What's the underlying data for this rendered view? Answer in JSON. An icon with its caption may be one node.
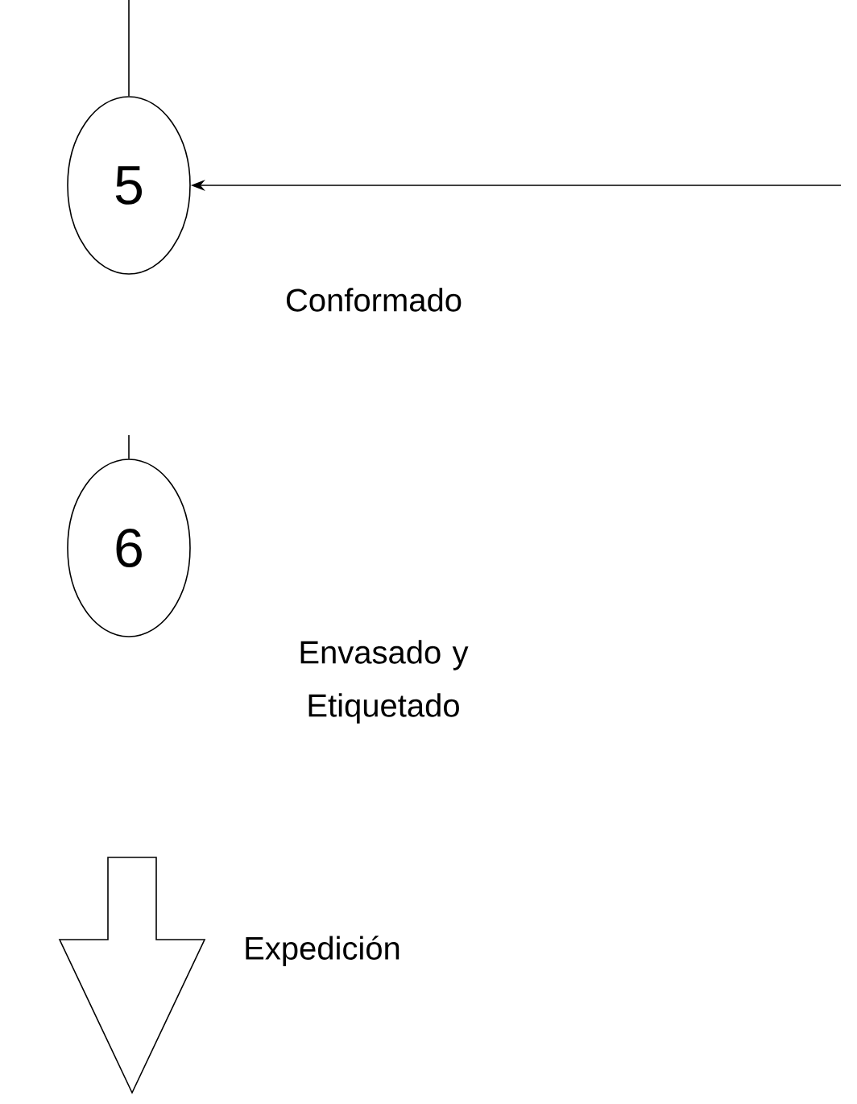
{
  "diagram": {
    "nodes": [
      {
        "text": [
          "5"
        ],
        "beside": [
          "Conformado"
        ]
      },
      {
        "text": [
          "6"
        ],
        "beside": [
          "Envasado y Etiquetado"
        ]
      },
      {
        "text": [],
        "shape": "arrow",
        "beside": [
          "Expedición"
        ]
      }
    ],
    "edges": [
      {
        "from": null,
        "to": 0,
        "arrow": "none"
      },
      {
        "from": null,
        "to": 0,
        "arrow": "to"
      },
      {
        "from": null,
        "to": 1,
        "arrow": "none"
      }
    ]
  }
}
